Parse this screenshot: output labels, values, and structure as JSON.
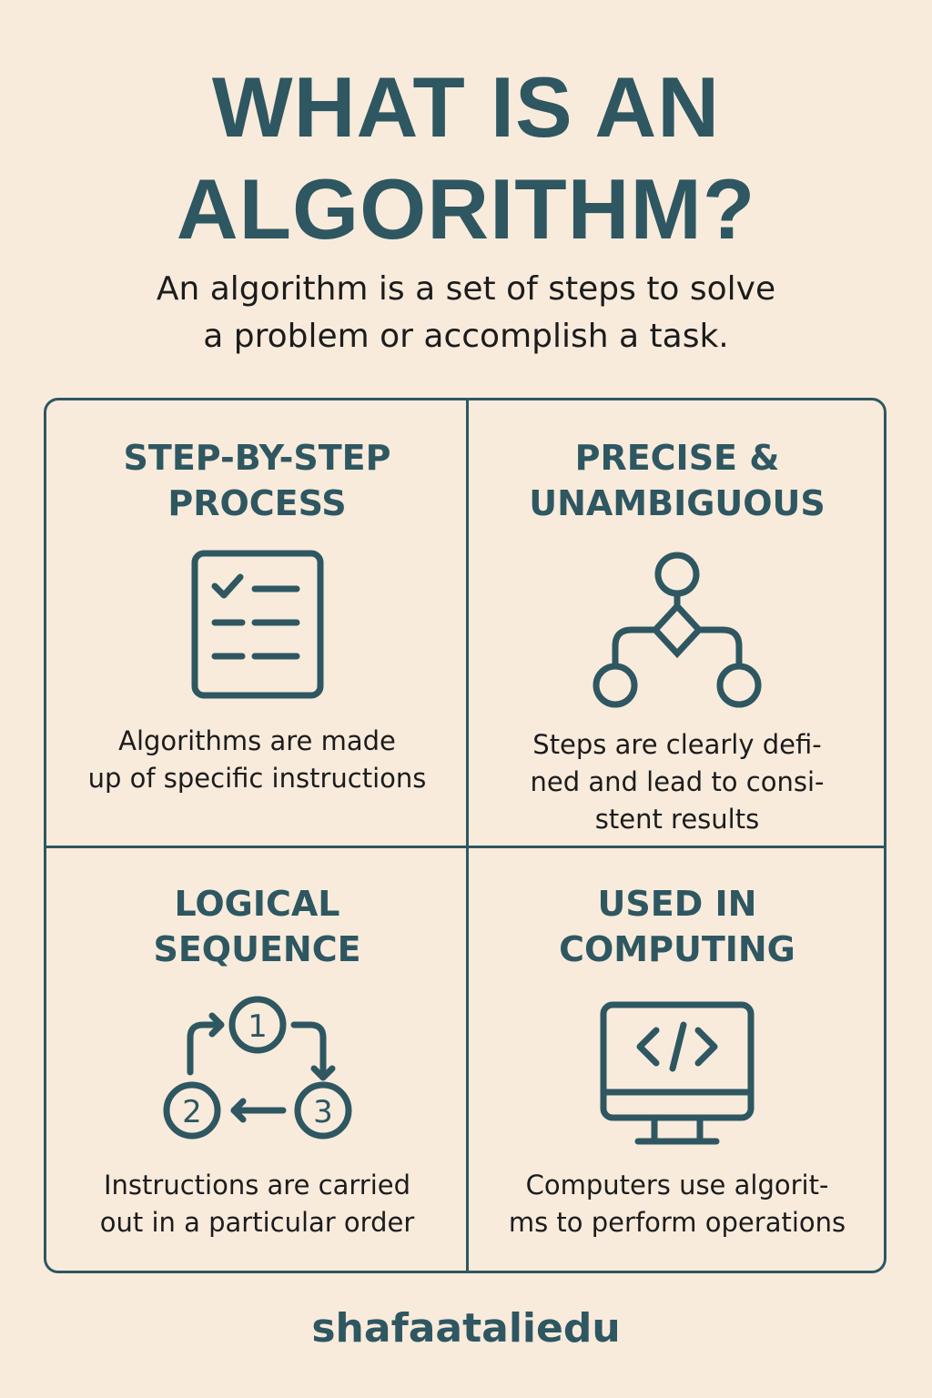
{
  "header": {
    "title_line1": "WHAT IS AN",
    "title_line2": "ALGORITHM?",
    "subtitle_line1": "An algorithm is a set of steps to solve",
    "subtitle_line2": "a problem or accomplish a task."
  },
  "cards": [
    {
      "title_line1": "STEP-BY-STEP",
      "title_line2": "PROCESS",
      "icon": "checklist-icon",
      "desc_lines": [
        "Algorithms are made",
        "up of specific instructions"
      ]
    },
    {
      "title_line1": "PRECISE &",
      "title_line2": "UNAMBIGUOUS",
      "icon": "flowchart-decision-icon",
      "desc_lines": [
        "Steps are clearly defi-",
        "ned and lead to consi-",
        "stent results"
      ]
    },
    {
      "title_line1": "LOGICAL",
      "title_line2": "SEQUENCE",
      "icon": "numbered-cycle-icon",
      "icon_numbers": [
        "1",
        "2",
        "3"
      ],
      "desc_lines": [
        "Instructions are carried",
        "out in a particular order"
      ]
    },
    {
      "title_line1": "USED IN",
      "title_line2": "COMPUTING",
      "icon": "monitor-code-icon",
      "icon_code": "</>",
      "desc_lines": [
        "Computers use algorit-",
        "ms to perform operations"
      ]
    }
  ],
  "footer": {
    "handle": "shafaataliedu"
  },
  "colors": {
    "background": "#f8ebdc",
    "accent": "#2e5761",
    "text": "#1c1c1c"
  }
}
